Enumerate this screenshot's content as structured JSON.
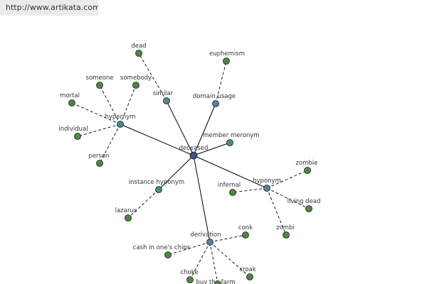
{
  "banner": {
    "url": "http://www.artikata.com"
  },
  "colors": {
    "center": "#41508a",
    "relation": "#4a8a90",
    "leaf": "#4a8a3c",
    "edge": "#000000"
  },
  "graph": {
    "center": {
      "id": "deceased",
      "label": "deceased"
    },
    "relations": [
      {
        "id": "hypernym",
        "label": "hypernym",
        "leaves": [
          "mortal",
          "someone",
          "somebody",
          "individual",
          "person"
        ]
      },
      {
        "id": "similar",
        "label": "similar",
        "leaves": [
          "dead"
        ]
      },
      {
        "id": "domain-usage",
        "label": "domain usage",
        "leaves": [
          "euphemism"
        ]
      },
      {
        "id": "member-meronym",
        "label": "member meronym",
        "leaves": []
      },
      {
        "id": "hyponym",
        "label": "hyponym",
        "leaves": [
          "zombie",
          "infernal",
          "living dead",
          "zombi"
        ]
      },
      {
        "id": "instance-hyponym",
        "label": "instance hyponym",
        "leaves": [
          "lazarus"
        ]
      },
      {
        "id": "derivation",
        "label": "derivation",
        "leaves": [
          "conk",
          "cash in one's chips",
          "croak",
          "choke",
          "buy the farm"
        ]
      }
    ]
  }
}
